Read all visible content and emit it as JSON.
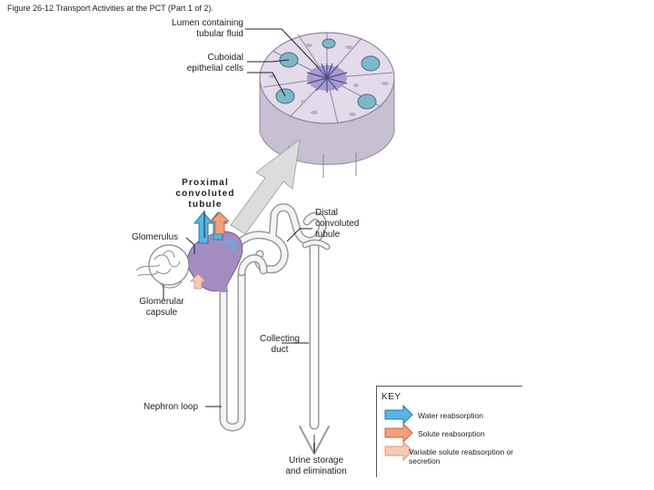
{
  "figure_title": "Figure 26-12 Transport Activities at the PCT (Part 1 of 2).",
  "labels": {
    "lumen": [
      "Lumen containing",
      "tubular fluid"
    ],
    "cuboidal": [
      "Cuboidal",
      "epithelial cells"
    ],
    "pct": [
      "Proximal",
      "convoluted",
      "tubule"
    ],
    "dct": [
      "Distal",
      "convoluted",
      "tubule"
    ],
    "glomerulus": "Glomerulus",
    "capsule": [
      "Glomerular",
      "capsule"
    ],
    "collecting": [
      "Collecting",
      "duct"
    ],
    "loop": "Nephron loop",
    "urine": [
      "Urine storage",
      "and elimination"
    ]
  },
  "key": {
    "title": "KEY",
    "items": [
      {
        "label": "Water reabsorption",
        "color": "#56b6e3",
        "icon": "blue-arrow-icon"
      },
      {
        "label": "Solute reabsorption",
        "color": "#f0a07a",
        "icon": "orange-arrow-icon"
      },
      {
        "label": "Variable solute reabsorption or secretion",
        "color": "#f8c9b2",
        "icon": "light-orange-arrow-icon"
      }
    ]
  },
  "colors": {
    "tubule_wall": "#cfc8d9",
    "tubule_dark": "#9f94b3",
    "pct": "#a48cc2",
    "nucleus": "#7fb7c9",
    "microvilli": "#5a5e9a",
    "capillary": "#c9c9c9"
  }
}
